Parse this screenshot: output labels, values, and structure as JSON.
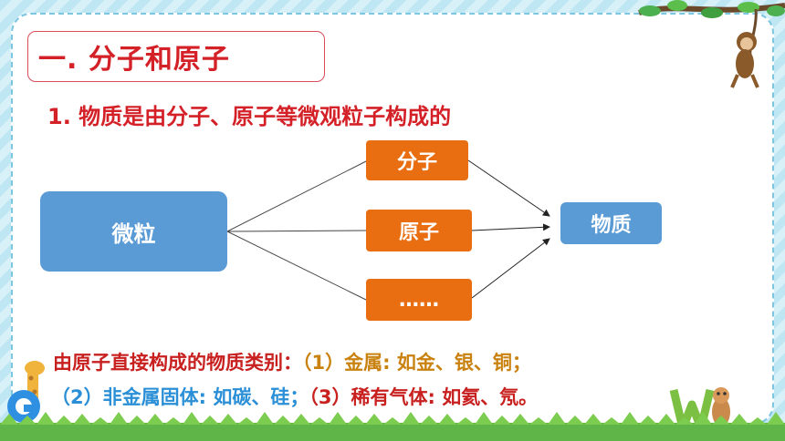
{
  "title": "一. 分子和原子",
  "subtitle": "1. 物质是由分子、原子等微观粒子构成的",
  "diagram": {
    "source": "微粒",
    "middle": [
      "分子",
      "原子",
      "……"
    ],
    "target": "物质"
  },
  "note": {
    "line1": {
      "intro": "由原子直接构成的物质类别：",
      "n1": "（1）",
      "n1_label": "金属: ",
      "n1_items": "如金、银、铜；"
    },
    "line2": {
      "n2": "（2）",
      "n2_label": "非金属固体: ",
      "n2_items": "如碳、硅；",
      "n3": "（3）",
      "n3_label": "稀有气体: ",
      "n3_items": "如氦、氖。"
    }
  },
  "colors": {
    "title_red": "#d42128",
    "box_blue": "#5b9bd5",
    "box_orange": "#e96e12",
    "frame_blue": "#7cc6e0"
  }
}
